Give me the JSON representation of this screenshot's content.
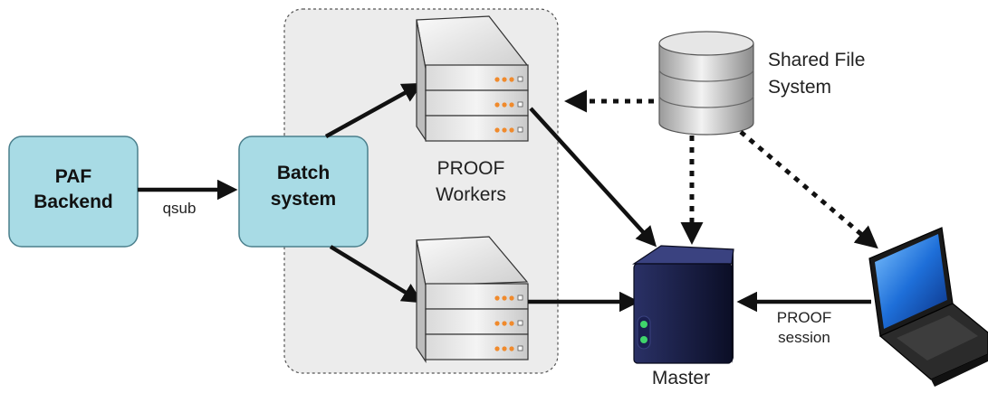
{
  "nodes": {
    "paf_backend": {
      "line1": "PAF",
      "line2": "Backend"
    },
    "batch_system": {
      "line1": "Batch",
      "line2": "system"
    },
    "workers": {
      "line1": "PROOF",
      "line2": "Workers"
    },
    "shared_fs": {
      "line1": "Shared File",
      "line2": "System"
    },
    "master": {
      "label": "Master"
    }
  },
  "edges": {
    "qsub": {
      "label": "qsub"
    },
    "proof_session": {
      "line1": "PROOF",
      "line2": "session"
    }
  },
  "colors": {
    "box_fill": "#a8dbe5",
    "box_stroke": "#4a7f8c",
    "group_fill": "#ececec",
    "arrow": "#111111",
    "server_led": "#f08a2c",
    "master_body": "#12173a",
    "master_led": "#3fd56b",
    "laptop_screen": "#1e6fd9"
  },
  "icons": {
    "worker_servers": "server-stack-icon",
    "database": "database-icon",
    "master": "tower-server-icon",
    "client": "laptop-icon"
  }
}
